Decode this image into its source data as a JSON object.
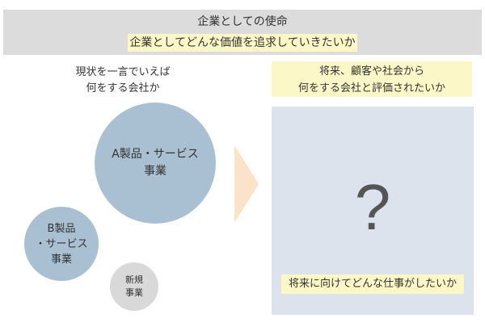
{
  "mission": {
    "title": "企業としての使命",
    "subtitle": "企業としてどんな価値を追求していきたいか"
  },
  "left_caption": {
    "line1": "現状を一言でいえば",
    "line2": "何をする会社か"
  },
  "right_caption": {
    "line1": "将来、顧客や社会から",
    "line2": "何をする会社と評価されたいか"
  },
  "circles": {
    "a": {
      "line1": "A製品・サービス",
      "line2": "事業"
    },
    "b": {
      "line1": "B製品",
      "line2": "・サービス",
      "line3": "事業"
    },
    "new": {
      "line1": "新規",
      "line2": "事業"
    }
  },
  "future": {
    "mark": "?",
    "note": "将来に向けてどんな仕事がしたいか"
  },
  "colors": {
    "gray_band": "#dcdcdc",
    "highlight_yellow": "#fcf7c6",
    "circle_blue": "#a9c0d3",
    "circle_gray": "#d9d9d9",
    "arrow_orange": "#fbe3c9",
    "future_box": "#dde3ed"
  }
}
